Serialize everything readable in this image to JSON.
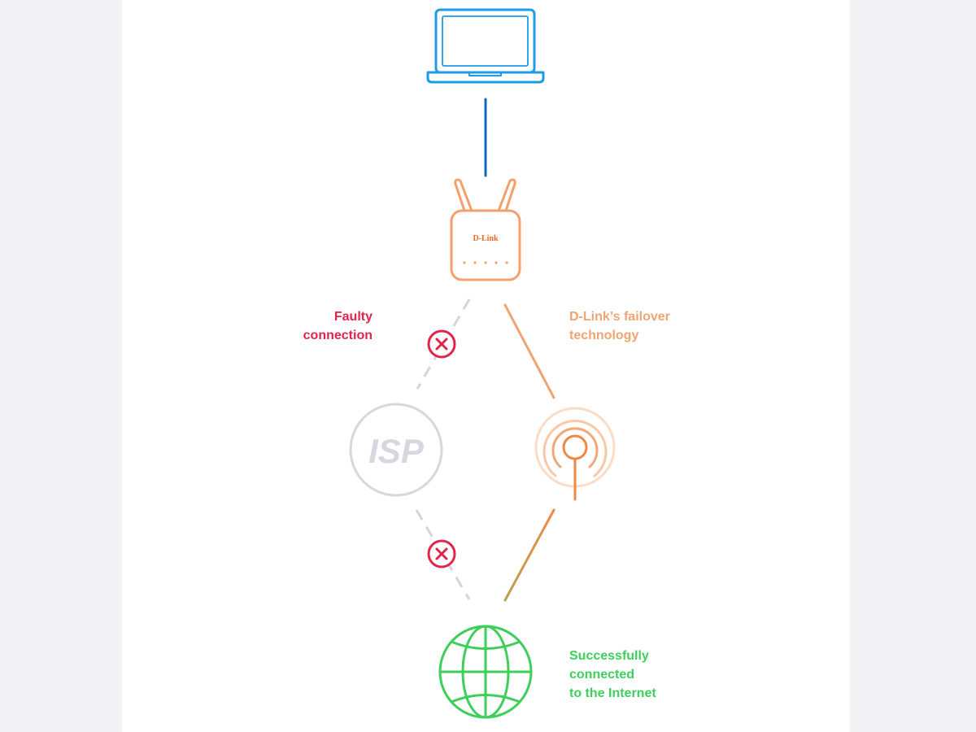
{
  "router": {
    "brand": "D-Link"
  },
  "isp": {
    "label": "ISP"
  },
  "labels": {
    "faulty": [
      "Faulty",
      "connection"
    ],
    "failover": [
      "D-Link’s failover",
      "technology"
    ],
    "success": [
      "Successfully",
      "connected",
      "to the Internet"
    ]
  },
  "colors": {
    "laptop": "#1e9be6",
    "laptop_link": "#1565c0",
    "router": "#f3a06a",
    "router_brand": "#ea6a1f",
    "faulty": "#e2244d",
    "isp_gray": "#d7d7e0",
    "failover": "#f0a472",
    "lte": "#ef8845",
    "lte_ring": "#fbdcc7",
    "internet": "#3ecf5b"
  },
  "icons": {
    "laptop": "laptop-icon",
    "router": "router-icon",
    "isp": "isp-icon",
    "lte": "lte-tower-icon",
    "internet": "globe-icon",
    "error": "error-x-icon"
  }
}
